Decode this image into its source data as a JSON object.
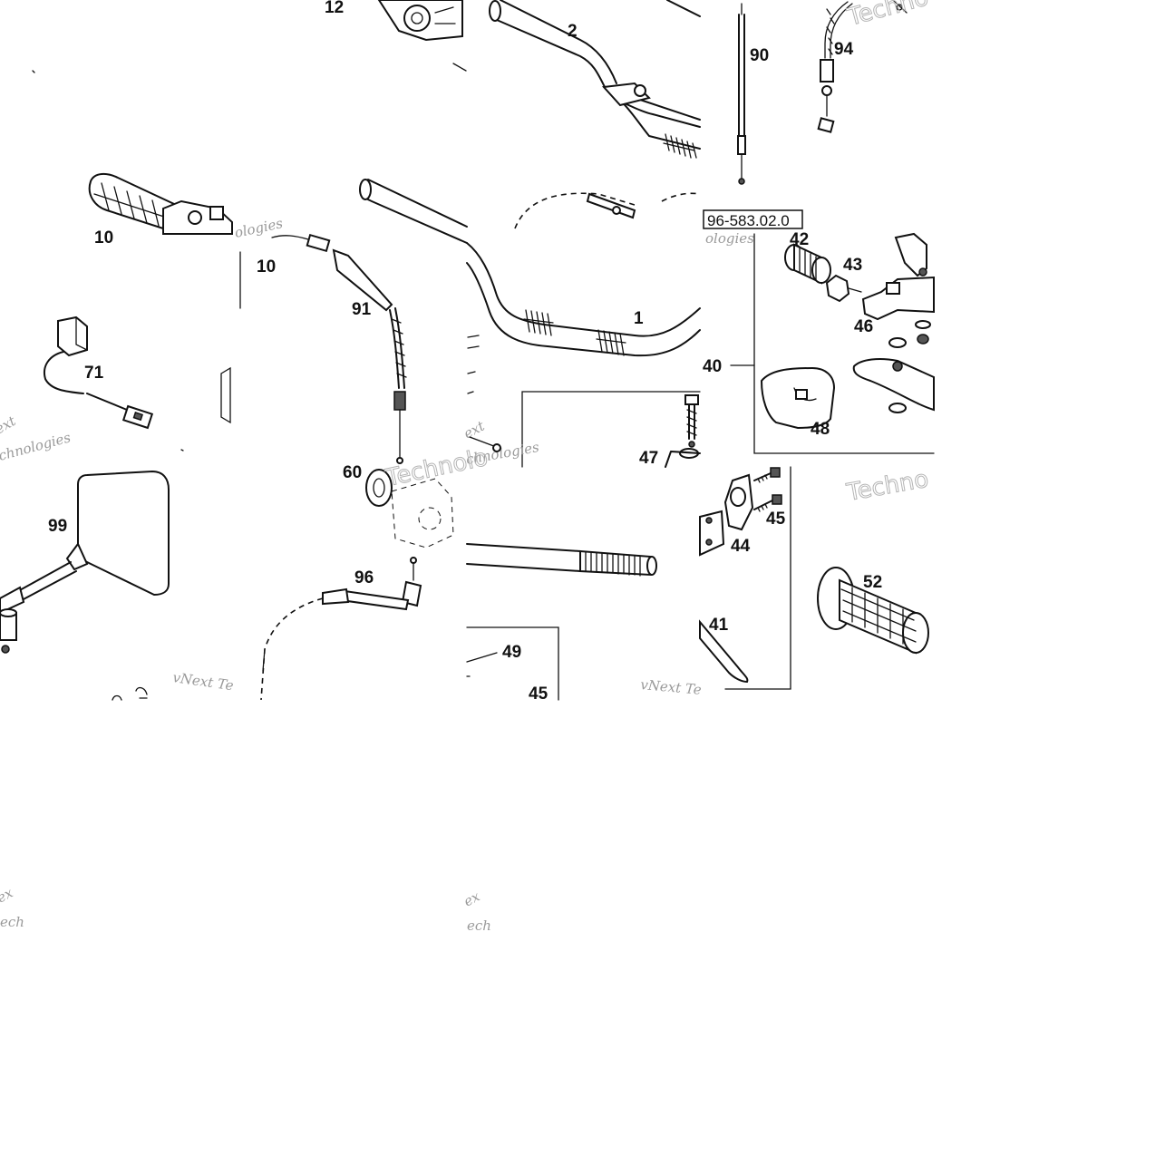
{
  "diagram": {
    "reference_code": "96-583.02.0",
    "watermark": {
      "brand_small": "vNext Te",
      "brand_tail": "chnologies",
      "brand_big": "Techno",
      "fragments": [
        "ext",
        "ologies",
        "Technolo",
        "ech",
        "ex"
      ]
    },
    "labels": {
      "p1": "1",
      "p2": "2",
      "p10": "10",
      "p12": "12",
      "p40": "40",
      "p41": "41",
      "p42": "42",
      "p43": "43",
      "p44": "44",
      "p45": "45",
      "p45b": "45",
      "p46": "46",
      "p47": "47",
      "p48": "48",
      "p49": "49",
      "p52": "52",
      "p60": "60",
      "p71": "71",
      "p90": "90",
      "p91": "91",
      "p94": "94",
      "p96": "96",
      "p99": "99"
    }
  }
}
